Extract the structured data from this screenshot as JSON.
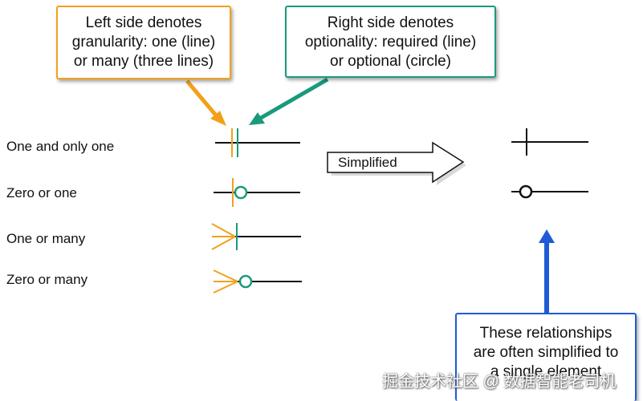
{
  "callouts": {
    "left": [
      "Left side denotes",
      "granularity: one (line)",
      "or many (three lines)"
    ],
    "right": [
      "Right side denotes",
      "optionality: required (line)",
      "or optional (circle)"
    ],
    "bottom": [
      "These relationships",
      "are often simplified to",
      "a single element"
    ]
  },
  "rows": [
    {
      "label": "One and only one"
    },
    {
      "label": "Zero or one"
    },
    {
      "label": "One or many"
    },
    {
      "label": "Zero or many"
    }
  ],
  "simplified_label": "Simplified",
  "watermark": "掘金技术社区 @ 数据智能老司机",
  "colors": {
    "orange": "#f2a01c",
    "green": "#1a9a7c",
    "blue": "#1f5bd6",
    "line": "#111111"
  }
}
